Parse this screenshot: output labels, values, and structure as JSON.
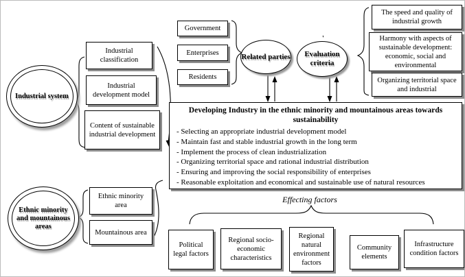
{
  "diagram": {
    "industrial_system": {
      "label": "Industrial system"
    },
    "industry_aspect_boxes": [
      "Industrial classification",
      "Industrial development model",
      "Content of sustainable industrial development"
    ],
    "ethnic_area": {
      "label": "Ethnic minority and mountainous areas"
    },
    "area_boxes": [
      "Ethnic minority area",
      "Mountainous area"
    ],
    "party_boxes": [
      "Government",
      "Enterprises",
      "Residents"
    ],
    "related_parties": {
      "label": "Related parties"
    },
    "evaluation_criteria": {
      "label": "Evaluation criteria",
      "stray_mark": "'"
    },
    "criteria_boxes": [
      "The speed and quality of industrial growth",
      "Harmony with aspects of sustainable development: economic, social and environmental",
      "Organizing territorial space and industrial"
    ],
    "central_box": {
      "title": "Developing Industry in the ethnic minority and mountainous areas towards sustainability",
      "bullets": [
        "- Selecting an appropriate industrial development model",
        "- Maintain fast and stable industrial growth in the long term",
        "- Implement the process of clean industrialization",
        "- Organizing territorial space and rational industrial distribution",
        "- Ensuring and improving the social responsibility of enterprises",
        "- Reasonable exploitation and economical and sustainable use of natural resources"
      ]
    },
    "effecting_factors": {
      "label": "Effecting factors"
    },
    "factor_boxes": [
      "Political legal factors",
      "Regional socio-economic characteristics",
      "Regional natural environment factors",
      "Community elements",
      "Infrastructure condition factors"
    ]
  },
  "colors": {
    "background": "#ffffff",
    "line": "#000000",
    "box_shadow": "#8c8c8c"
  }
}
